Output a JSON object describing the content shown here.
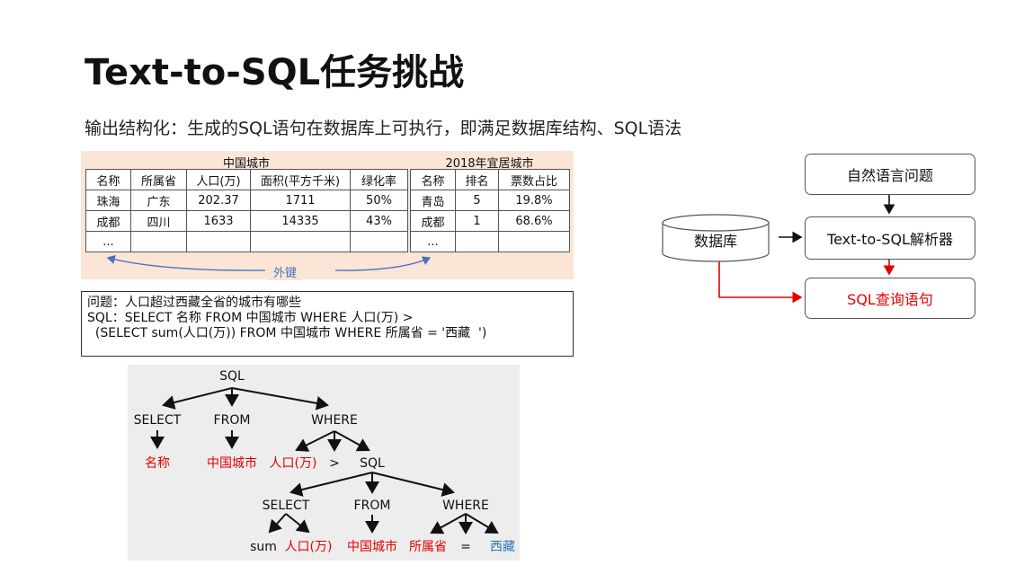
{
  "title": "Text-to-SQL任务挑战",
  "subtitle": "输出结构化：生成的SQL语句在数据库上可执行，即满足数据库结构、SQL语法",
  "table1": {
    "caption": "中国城市",
    "headers": [
      "名称",
      "所属省",
      "人口(万)",
      "面积(平方千米)",
      "绿化率"
    ],
    "rows": [
      [
        "珠海",
        "广东",
        "202.37",
        "1711",
        "50%"
      ],
      [
        "成都",
        "四川",
        "1633",
        "14335",
        "43%"
      ],
      [
        "...",
        "",
        "",
        "",
        ""
      ]
    ]
  },
  "table2": {
    "caption": "2018年宜居城市",
    "headers": [
      "名称",
      "排名",
      "票数占比"
    ],
    "rows": [
      [
        "青岛",
        "5",
        "19.8%"
      ],
      [
        "成都",
        "1",
        "68.6%"
      ],
      [
        "...",
        "",
        ""
      ]
    ]
  },
  "foreign_key_label": "外键",
  "question": {
    "line1": "问题：人口超过西藏全省的城市有哪些",
    "line2": "SQL：SELECT 名称 FROM 中国城市 WHERE 人口(万) >",
    "line3": "  (SELECT sum(人口(万)) FROM 中国城市 WHERE 所属省 = '西藏  ')"
  },
  "tree": {
    "root": "SQL",
    "select": "SELECT",
    "from": "FROM",
    "where": "WHERE",
    "select_val": "名称",
    "from_val": "中国城市",
    "where_left": "人口(万)",
    "where_op": ">",
    "sub_sql": "SQL",
    "sub_select": "SELECT",
    "sub_from": "FROM",
    "sub_where": "WHERE",
    "sum": "sum",
    "sum_arg": "人口(万)",
    "sub_from_val": "中国城市",
    "sub_where_left": "所属省",
    "sub_where_op": "=",
    "sub_where_right": "西藏"
  },
  "flow": {
    "natural_language": "自然语言问题",
    "parser": "Text-to-SQL解析器",
    "sql_output": "SQL查询语句",
    "database": "数据库"
  },
  "colors": {
    "red": "#e30000",
    "blue": "#2e75b6",
    "peach": "#fbe5d6",
    "gray_panel": "#ededed"
  }
}
